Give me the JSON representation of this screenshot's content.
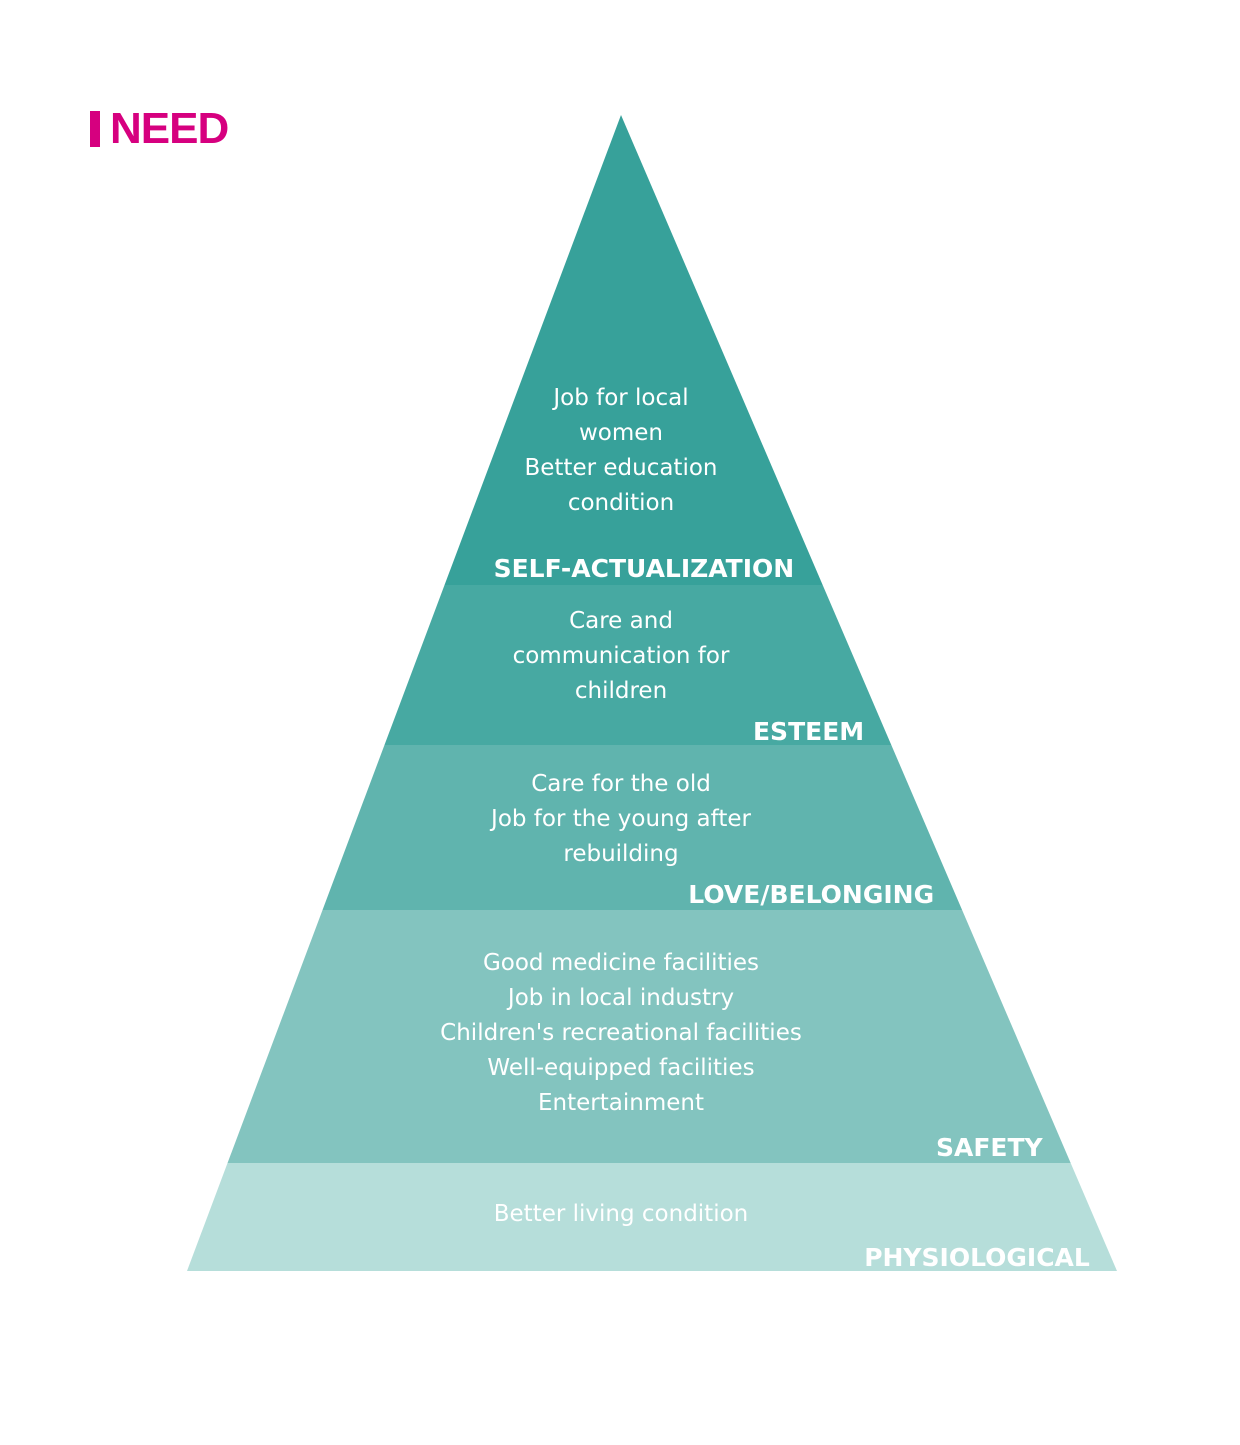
{
  "title": "NEED",
  "levels": [
    {
      "name": "SELF-ACTUALIZATION",
      "color": "#37a19a",
      "items": [
        "Job for local",
        "women",
        "Better education",
        "condition"
      ]
    },
    {
      "name": "ESTEEM",
      "color": "#47a9a2",
      "items": [
        "Care and",
        "communication for",
        "children"
      ]
    },
    {
      "name": "LOVE/BELONGING",
      "color": "#60b4ae",
      "items": [
        "Care for the old",
        "Job for the young after",
        "rebuilding"
      ]
    },
    {
      "name": "SAFETY",
      "color": "#83c4bf",
      "items": [
        "Good medicine facilities",
        "Job in local industry",
        "Children's recreational facilities",
        "Well-equipped facilities",
        "Entertainment"
      ]
    },
    {
      "name": "PHYSIOLOGICAL",
      "color": "#b6deda",
      "items": [
        "Better living condition"
      ]
    }
  ],
  "accent": "#d6007f"
}
